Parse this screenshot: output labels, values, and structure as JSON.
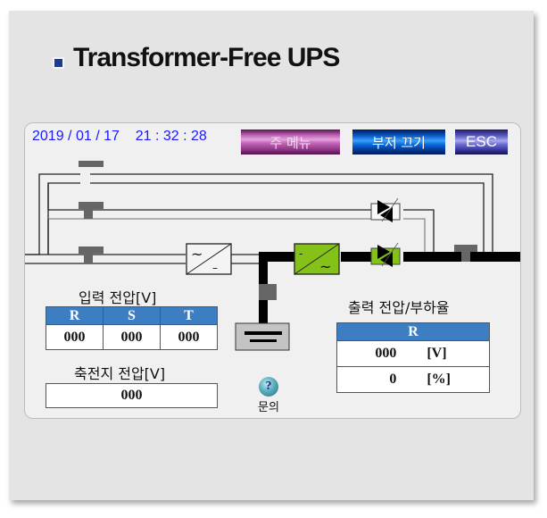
{
  "page": {
    "title": "Transformer-Free UPS"
  },
  "header": {
    "date": {
      "year": "2019",
      "month": "01",
      "day": "17"
    },
    "time": {
      "hour": "21",
      "minute": "32",
      "second": "28"
    },
    "date_sep": "/",
    "time_sep": ":"
  },
  "buttons": {
    "main_menu": "주 메뉴",
    "buzzer_off": "부저 끄기",
    "esc": "ESC"
  },
  "input_voltage": {
    "title": "입력 전압[V]",
    "columns": [
      "R",
      "S",
      "T"
    ],
    "values": [
      "000",
      "000",
      "000"
    ]
  },
  "battery_voltage": {
    "title": "축전지 전압[V]",
    "value": "000"
  },
  "output": {
    "title": "출력 전압/부하율",
    "column": "R",
    "rows": [
      {
        "value": "000",
        "unit": "[V]"
      },
      {
        "value": "0",
        "unit": "[%]"
      }
    ]
  },
  "help": {
    "icon": "question-icon",
    "label": "문의"
  },
  "colors": {
    "accent_blue": "#3d7ec2",
    "active_green": "#84c21a",
    "bullet": "#1c3c8c",
    "datetime": "#1a1aff"
  }
}
